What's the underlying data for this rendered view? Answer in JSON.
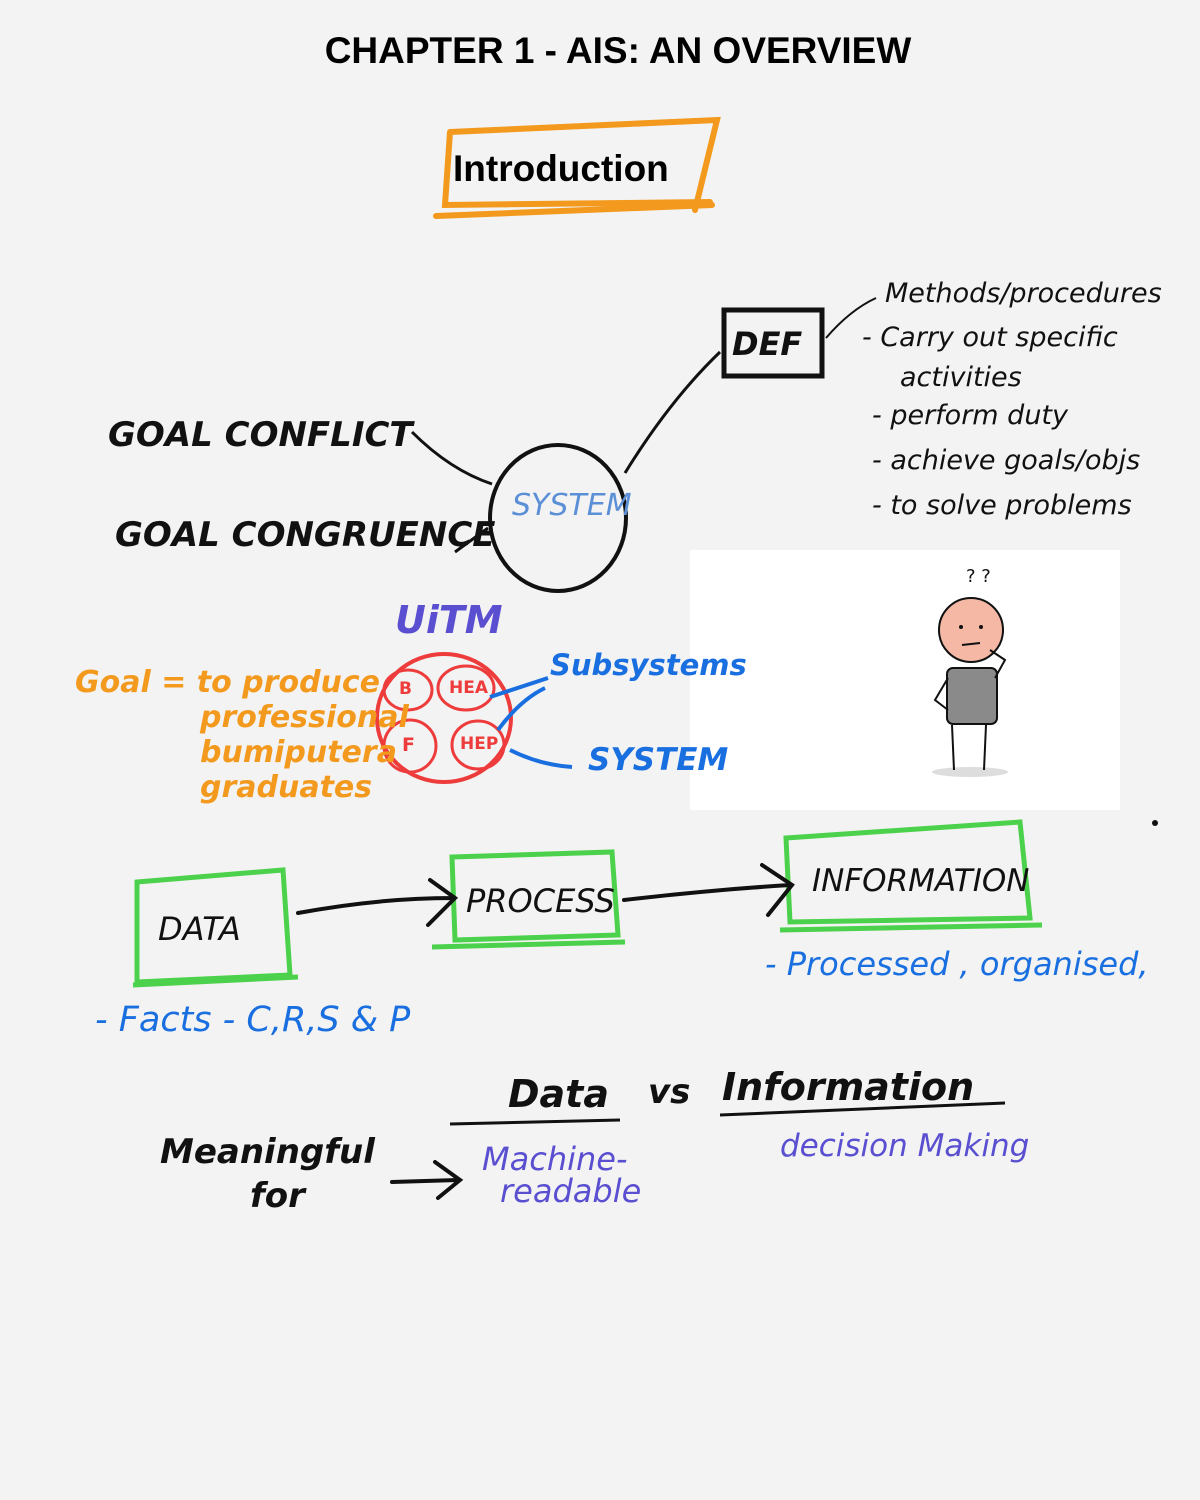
{
  "title": "CHAPTER 1 - AIS: AN OVERVIEW",
  "section_heading": "Introduction",
  "system_diagram": {
    "center": "SYSTEM",
    "left_labels": [
      "GOAL CONFLICT",
      "GOAL CONGRUENCE"
    ],
    "def_label": "DEF",
    "definition": [
      "Methods/procedures",
      "- Carry out specific",
      "activities",
      "- perform duty",
      "- achieve goals/objs",
      "- to solve problems"
    ]
  },
  "illustration": {
    "caption": "? ?"
  },
  "uitm": {
    "label": "UiTM",
    "goal_lines": [
      "Goal = to produce",
      "professional",
      "bumiputera",
      "graduates"
    ],
    "subsystems": [
      "B",
      "HEA",
      "F",
      "HEP"
    ],
    "subsystems_label": "Subsystems",
    "system_label": "SYSTEM"
  },
  "flow": {
    "steps": [
      "DATA",
      "PROCESS",
      "INFORMATION"
    ],
    "data_note": "- Facts - C,R,S & P",
    "info_note": "- Processed , organised,"
  },
  "comparison": {
    "heading_left": "Data",
    "heading_vs": "vs",
    "heading_right": "Information",
    "row_label_1": "Meaningful",
    "row_label_2": "for",
    "data_value_1": "Machine-",
    "data_value_2": "readable",
    "info_value": "decision Making"
  },
  "colors": {
    "orange": "#f39a1e",
    "green": "#4cd14c",
    "blue": "#1a6fe0",
    "red": "#ee3b3b",
    "purple": "#5a4fd0"
  }
}
